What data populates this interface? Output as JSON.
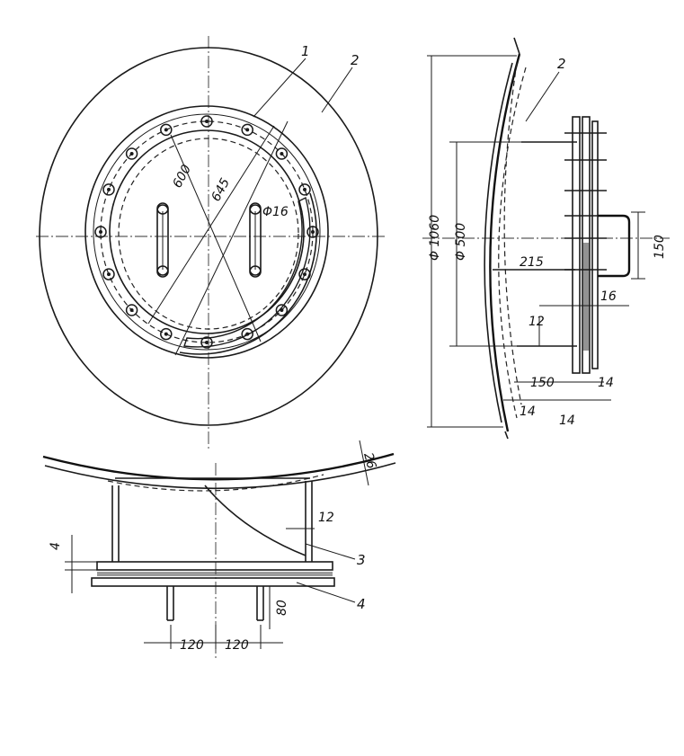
{
  "labels": {
    "part1": "1",
    "part2_top": "2",
    "part2_side": "2",
    "part3": "3",
    "part4": "4"
  },
  "dimensions": {
    "d600": "600",
    "d645": "645",
    "phi16": "Φ16",
    "d1060": "Φ 1060",
    "d500": "Φ 500",
    "d215": "215",
    "d150_right": "150",
    "d16": "16",
    "d12_side": "12",
    "d150_bottom": "150",
    "d14_a": "14",
    "d14_b": "14",
    "d14_c": "14",
    "d26": "26",
    "d12_bottom": "12",
    "d4": "4",
    "d80": "80",
    "d120_left": "120",
    "d120_right": "120"
  }
}
